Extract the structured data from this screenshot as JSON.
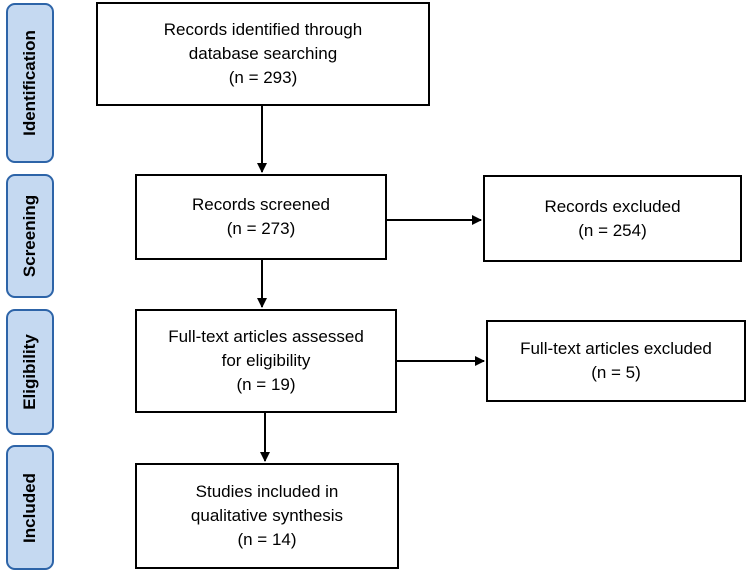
{
  "stages": {
    "identification": "Identification",
    "screening": "Screening",
    "eligibility": "Eligibility",
    "included": "Included"
  },
  "boxes": {
    "identified": {
      "lines": [
        "Records identified through",
        "database searching",
        "(n = 293)"
      ]
    },
    "screened": {
      "lines": [
        "Records screened",
        "(n = 273)"
      ]
    },
    "excluded": {
      "lines": [
        "Records excluded",
        "(n = 254)"
      ]
    },
    "assessed": {
      "lines": [
        "Full-text articles assessed",
        "for eligibility",
        "(n = 19)"
      ]
    },
    "fulltext_excluded": {
      "lines": [
        "Full-text articles excluded",
        "(n = 5)"
      ]
    },
    "included": {
      "lines": [
        "Studies included in",
        "qualitative synthesis",
        "(n = 14)"
      ]
    }
  }
}
